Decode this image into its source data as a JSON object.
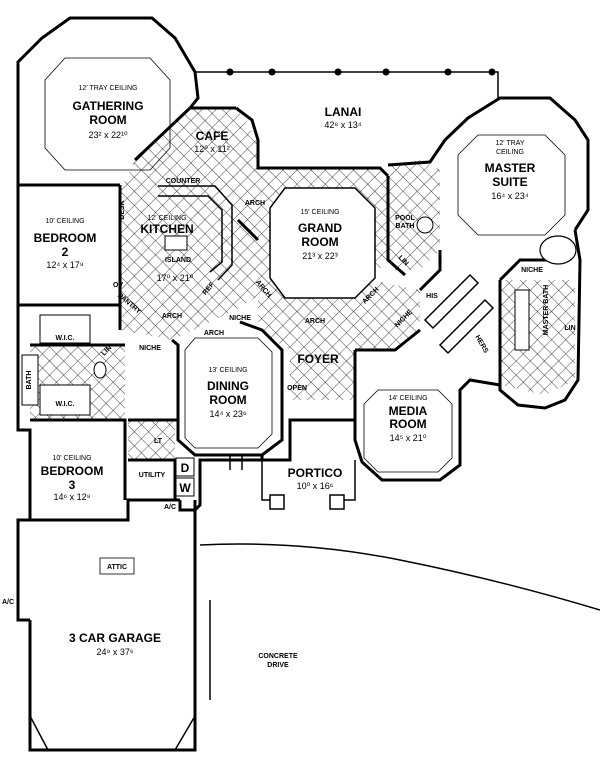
{
  "rooms": {
    "gathering": {
      "ceiling": "12' TRAY CEILING",
      "line1": "GATHERING",
      "line2": "ROOM",
      "dims": "23² x 22¹⁰"
    },
    "cafe": {
      "name": "CAFE",
      "dims": "12⁰ x 11²"
    },
    "lanai": {
      "name": "LANAI",
      "dims": "42⁸ x 13⁴"
    },
    "master": {
      "ceiling1": "12' TRAY",
      "ceiling2": "CEILING",
      "line1": "MASTER",
      "line2": "SUITE",
      "dims": "16⁴ x 23⁴"
    },
    "bedroom2": {
      "ceiling": "10' CEILING",
      "line1": "BEDROOM",
      "line2": "2",
      "dims": "12⁴ x 17⁹"
    },
    "kitchen": {
      "ceiling": "12' CEILING",
      "name": "KITCHEN",
      "island": "ISLAND",
      "dims": "17⁰ x 21⁰"
    },
    "grand": {
      "ceiling": "15' CEILING",
      "line1": "GRAND",
      "line2": "ROOM",
      "dims": "21³ x 22³"
    },
    "dining": {
      "ceiling": "13' CEILING",
      "line1": "DINING",
      "line2": "ROOM",
      "dims": "14⁴ x 23⁶"
    },
    "foyer": {
      "name": "FOYER"
    },
    "media": {
      "ceiling": "14' CEILING",
      "line1": "MEDIA",
      "line2": "ROOM",
      "dims": "14⁵ x 21⁰"
    },
    "bedroom3": {
      "ceiling": "10' CEILING",
      "line1": "BEDROOM",
      "line2": "3",
      "dims": "14⁶ x 12⁹"
    },
    "portico": {
      "name": "PORTICO",
      "dims": "10⁰ x 16⁶"
    },
    "garage": {
      "name": "3 CAR GARAGE",
      "dims": "24⁹ x 37⁶"
    },
    "drive": {
      "line1": "CONCRETE",
      "line2": "DRIVE"
    }
  },
  "labels": {
    "counter": "COUNTER",
    "desk": "DESK",
    "ov": "OV",
    "pantry": "PANTRY",
    "ref": "REF",
    "arch": "ARCH",
    "niche": "NICHE",
    "wic": "W.I.C.",
    "bath": "BATH",
    "lin": "LIN",
    "pool_bath": "POOL",
    "pool_bath2": "BATH",
    "his": "HIS",
    "hers": "HERS",
    "master_bath": "MASTER BATH",
    "open": "OPEN",
    "lt": "LT",
    "utility": "UTILITY",
    "d": "D",
    "w": "W",
    "ac": "A/C",
    "attic": "ATTIC"
  }
}
